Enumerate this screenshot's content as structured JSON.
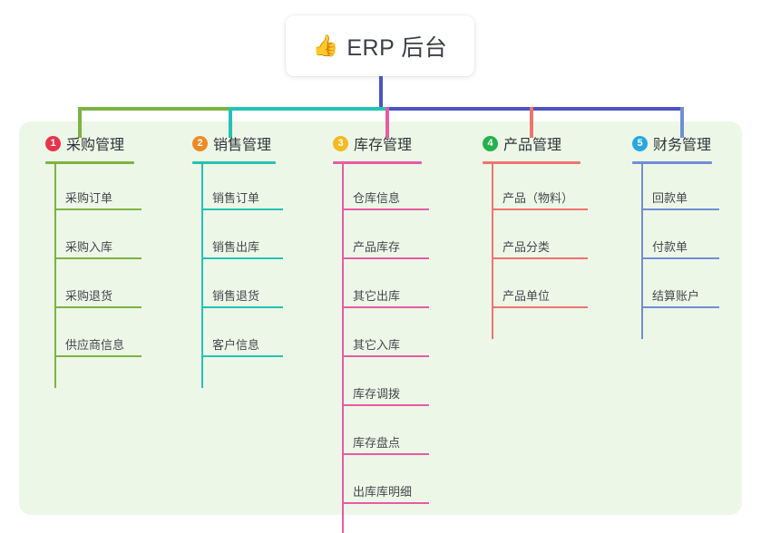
{
  "root": {
    "icon": "thumbs-up-icon",
    "emoji": "👍",
    "title": "ERP 后台"
  },
  "palette": {
    "panel_bg": "#edf7e7",
    "page_bg": "#ffffff",
    "trunk": "#4a54c4",
    "text": "#44484f",
    "title_text": "#3b3f46"
  },
  "diagram": {
    "type": "mindmap",
    "columns": [
      {
        "index": "1",
        "badge_label": "1",
        "badge_color": "#e8344e",
        "line_color": "#7cb342",
        "title": "采购管理",
        "leaf_width": 96,
        "items": [
          {
            "label": "采购订单"
          },
          {
            "label": "采购入库"
          },
          {
            "label": "采购退货"
          },
          {
            "label": "供应商信息"
          }
        ]
      },
      {
        "index": "2",
        "badge_label": "2",
        "badge_color": "#f08a25",
        "line_color": "#24c3b5",
        "title": "销售管理",
        "leaf_width": 90,
        "items": [
          {
            "label": "销售订单"
          },
          {
            "label": "销售出库"
          },
          {
            "label": "销售退货"
          },
          {
            "label": "客户信息"
          }
        ]
      },
      {
        "index": "3",
        "badge_label": "3",
        "badge_color": "#f5b921",
        "line_color": "#e75ba6",
        "title": "库存管理",
        "leaf_width": 96,
        "items": [
          {
            "label": "仓库信息"
          },
          {
            "label": "产品库存"
          },
          {
            "label": "其它出库"
          },
          {
            "label": "其它入库"
          },
          {
            "label": "库存调拨"
          },
          {
            "label": "库存盘点"
          },
          {
            "label": "出库库明细"
          }
        ]
      },
      {
        "index": "4",
        "badge_label": "4",
        "badge_color": "#24b14b",
        "line_color": "#f0746e",
        "title": "产品管理",
        "leaf_width": 106,
        "items": [
          {
            "label": "产品（物料）"
          },
          {
            "label": "产品分类"
          },
          {
            "label": "产品单位"
          }
        ]
      },
      {
        "index": "5",
        "badge_label": "5",
        "badge_color": "#28a7e0",
        "line_color": "#6f8fd4",
        "title": "财务管理",
        "leaf_width": 86,
        "items": [
          {
            "label": "回款单"
          },
          {
            "label": "付款单"
          },
          {
            "label": "结算账户"
          }
        ]
      }
    ]
  }
}
